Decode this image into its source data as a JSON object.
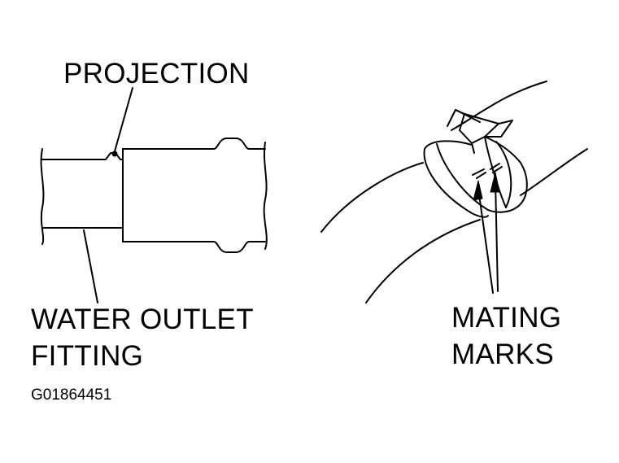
{
  "figure": {
    "background": "#ffffff",
    "ink": "#000000",
    "left_view": {
      "callout_projection": "PROJECTION",
      "callout_fitting_line1": "WATER OUTLET",
      "callout_fitting_line2": "FITTING"
    },
    "right_view": {
      "callout_marks_line1": "MATING",
      "callout_marks_line2": "MARKS"
    },
    "figure_code": "G01864451"
  }
}
